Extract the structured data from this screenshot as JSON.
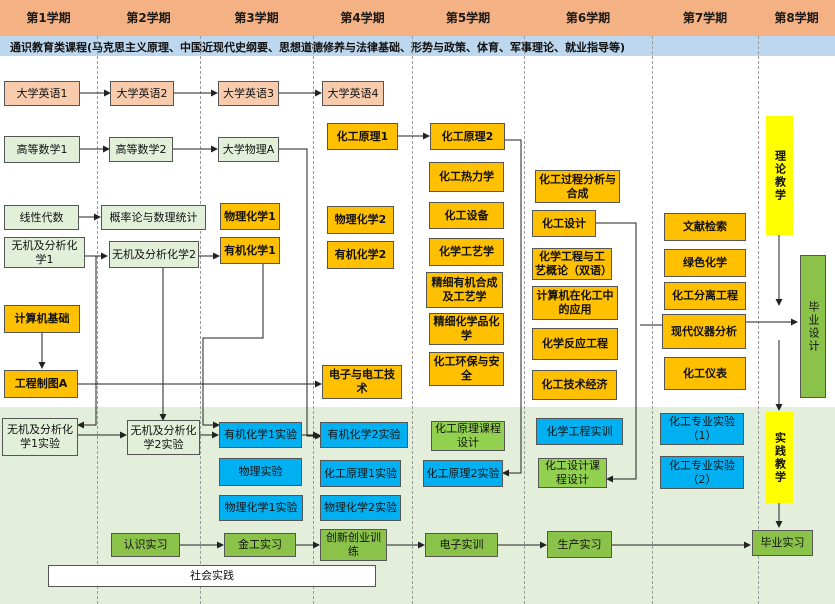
{
  "semesters": [
    "第1学期",
    "第2学期",
    "第3学期",
    "第4学期",
    "第5学期",
    "第6学期",
    "第7学期",
    "第8学期"
  ],
  "general_education": "通识教育类课程(马克思主义原理、中国近现代史纲要、思想道德修养与法律基础、形势与政策、体育、军事理论、就业指导等)",
  "courses": {
    "eng1": "大学英语1",
    "eng2": "大学英语2",
    "eng3": "大学英语3",
    "eng4": "大学英语4",
    "math1": "高等数学1",
    "math2": "高等数学2",
    "physics": "大学物理A",
    "chemeng1": "化工原理1",
    "chemeng2": "化工原理2",
    "linalg": "线性代数",
    "prob": "概率论与数理统计",
    "physchem1": "物理化学1",
    "physchem2": "物理化学2",
    "inorg1": "无机及分析化学1",
    "inorg2": "无机及分析化学2",
    "org1": "有机化学1",
    "org2": "有机化学2",
    "computer": "计算机基础",
    "drawing": "工程制图A",
    "electric": "电子与电工技术",
    "thermo": "化工热力学",
    "equip": "化工设备",
    "process": "化学工艺学",
    "fine": "精细有机合成及工艺学",
    "finechem": "精细化学品化学",
    "env": "化工环保与安全",
    "procanal": "化工过程分析与合成",
    "design": "化工设计",
    "intro": "化学工程与工艺概论（双语）",
    "compapp": "计算机在化工中的应用",
    "reactor": "化学反应工程",
    "econ": "化工技术经济",
    "lit": "文献检索",
    "greenchem": "绿色化学",
    "separ": "化工分离工程",
    "instr": "现代仪器分析",
    "meter": "化工仪表",
    "theory": "理论教学",
    "practice": "实践教学",
    "thesis": "毕业设计"
  },
  "labs": {
    "inorglab1": "无机及分析化学1实验",
    "inorglab2": "无机及分析化学2实验",
    "orglab1": "有机化学1实验",
    "orglab2": "有机化学2实验",
    "physlab": "物理实验",
    "cheng1lab": "化工原理1实验",
    "cheng2lab": "化工原理2实验",
    "pclab1": "物理化学1实验",
    "pclab2": "物理化学2实验",
    "chengdesign": "化工原理课程设计",
    "cetrain": "化学工程实训",
    "designproj": "化工设计课程设计",
    "prolab1": "化工专业实验（1）",
    "prolab2": "化工专业实验（2）",
    "recog": "认识实习",
    "metal": "金工实习",
    "innov": "创新创业训练",
    "elec": "电子实训",
    "prod": "生产实习",
    "grad": "毕业实习",
    "social": "社会实践"
  }
}
